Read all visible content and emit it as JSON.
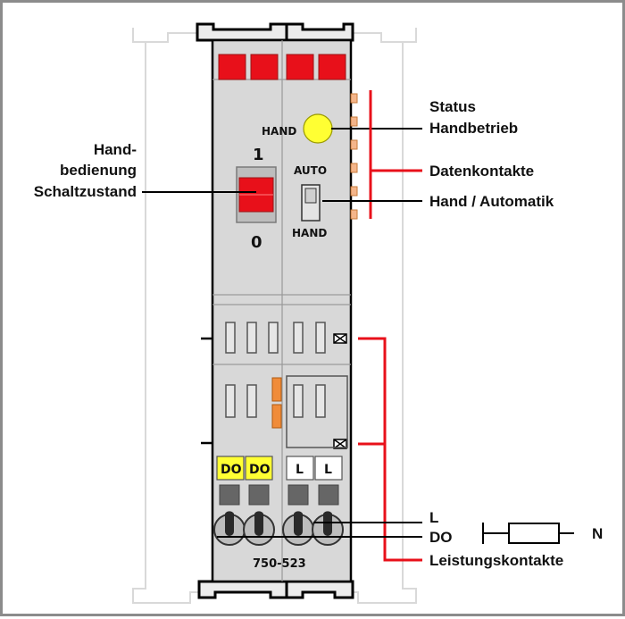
{
  "labels": {
    "status_line1": "Status",
    "status_line2": "Handbetrieb",
    "datenkontakte": "Datenkontakte",
    "hand_automatik": "Hand / Automatik",
    "handbedienung_line1": "Hand-",
    "handbedienung_line2": "bedienung",
    "handbedienung_line3": "Schaltzustand",
    "l": "L",
    "do": "DO",
    "n": "N",
    "leistungskontakte": "Leistungskontakte"
  },
  "device": {
    "led_label": "HAND",
    "switch_on": "1",
    "switch_off": "0",
    "selector_top": "AUTO",
    "selector_bottom": "HAND",
    "terminal_labels": [
      "DO",
      "DO",
      "L",
      "L"
    ],
    "model": "750-523"
  },
  "colors": {
    "body": "#d8d8d8",
    "outline": "#000000",
    "red": "#e8101a",
    "yellow": "#ffff33",
    "orange": "#f08c3a",
    "callout_line": "#e8101a"
  }
}
